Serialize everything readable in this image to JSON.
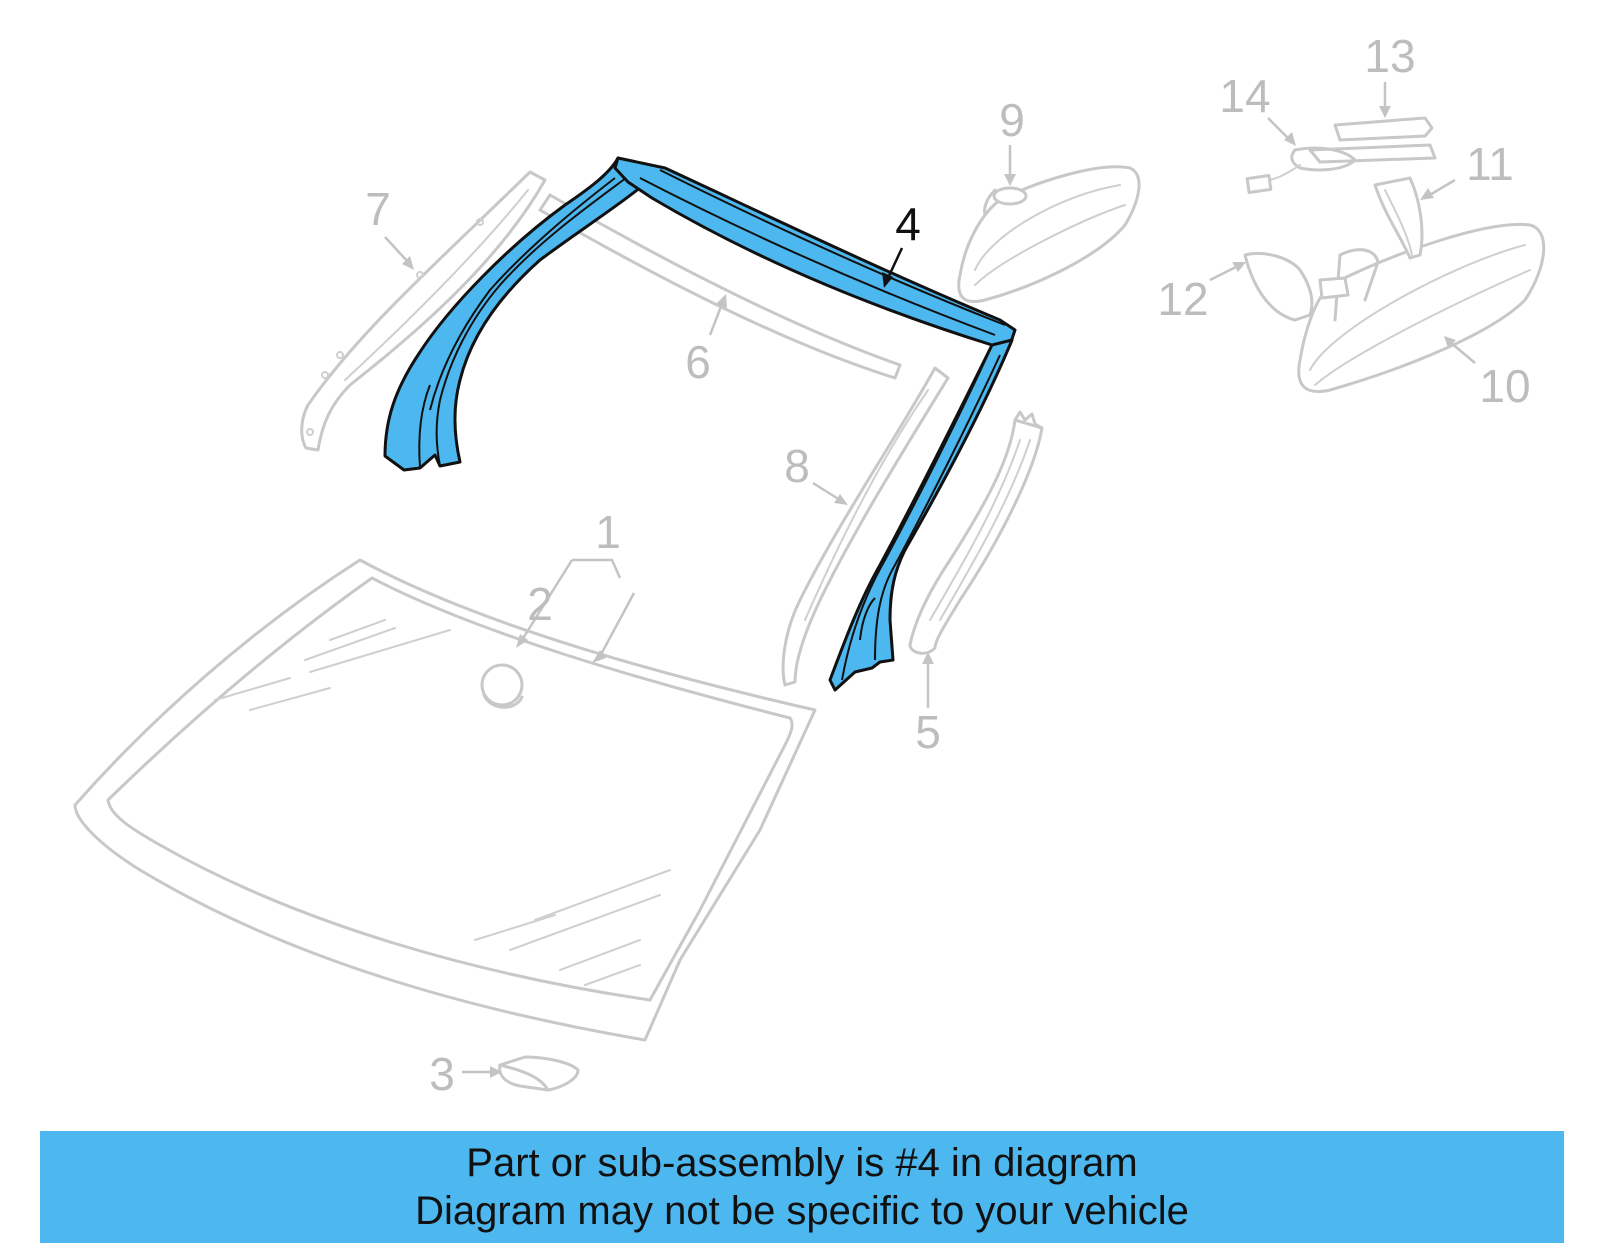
{
  "diagram": {
    "callouts": {
      "c1": "1",
      "c2": "2",
      "c3": "3",
      "c4": "4",
      "c5": "5",
      "c6": "6",
      "c7": "7",
      "c8": "8",
      "c9": "9",
      "c10": "10",
      "c11": "11",
      "c12": "12",
      "c13": "13",
      "c14": "14"
    },
    "highlighted_part": "4",
    "colors": {
      "highlight": "#4db8f0",
      "ghost": "#c8c8c8",
      "banner": "#4db8f0"
    }
  },
  "banner": {
    "line1": "Part or sub-assembly is #4 in diagram",
    "line2": "Diagram may not be specific to your vehicle"
  }
}
